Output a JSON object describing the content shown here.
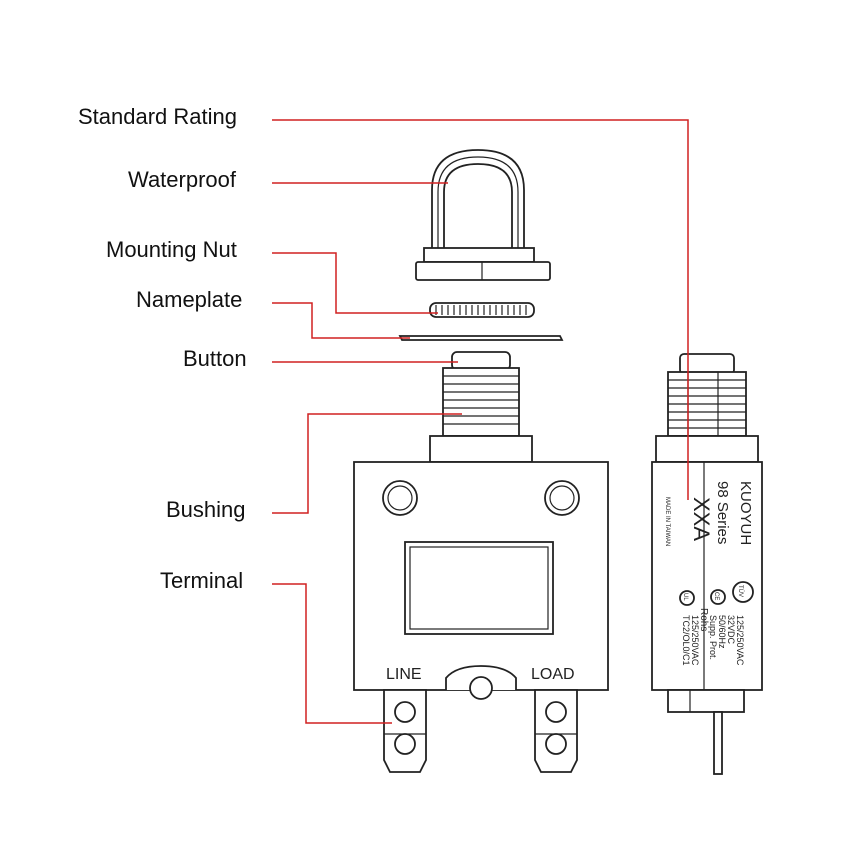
{
  "callouts": {
    "standard_rating": "Standard Rating",
    "waterproof": "Waterproof",
    "mounting_nut": "Mounting Nut",
    "nameplate": "Nameplate",
    "button": "Button",
    "bushing": "Bushing",
    "terminal": "Terminal"
  },
  "front_view": {
    "line_label": "LINE",
    "load_label": "LOAD"
  },
  "side_view": {
    "brand": "KUOYUH",
    "series": "98 Series",
    "rating": "XXA",
    "origin": "MADE IN TAIWAN",
    "voltage_ac": "125/250VAC",
    "voltage_dc": "32VDC",
    "frequency": "50/60Hz",
    "supp_prot": "Supp. Prot.",
    "rohs": "Rohs",
    "voltage_ac_2": "125/250VAC",
    "tc_code": "TC2/OL0/C1",
    "cert_ul": "UL",
    "cert_tuv": "TÜV",
    "cert_ce": "CE"
  },
  "colors": {
    "leader_line": "#d02020",
    "outline": "#222222"
  }
}
